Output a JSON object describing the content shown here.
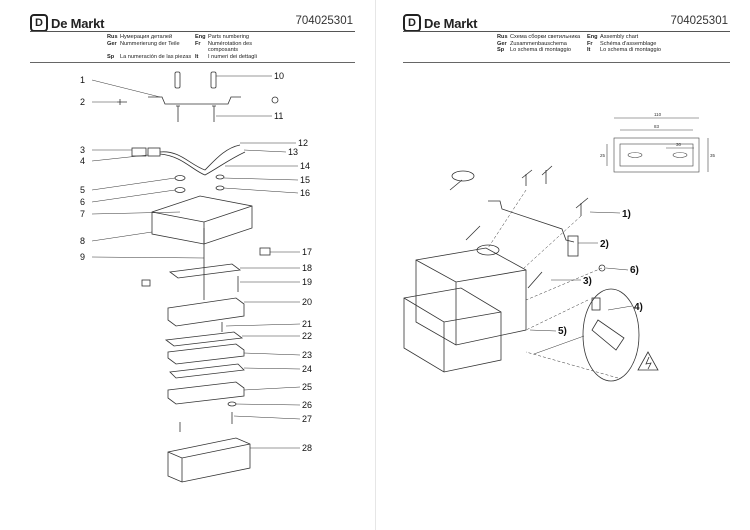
{
  "brand": {
    "name": "De Markt",
    "mark": "D"
  },
  "doc_number": "704025301",
  "left_page": {
    "legend": [
      [
        {
          "code": "Rus",
          "text": "Нумерация деталей"
        },
        {
          "code": "Eng",
          "text": "Parts numbering"
        }
      ],
      [
        {
          "code": "Ger",
          "text": "Nummerierung der Teile"
        },
        {
          "code": "Fr",
          "text": "Numérotation des composants"
        }
      ],
      [
        {
          "code": "Sp",
          "text": "La numeración de las piezas"
        },
        {
          "code": "It",
          "text": "I numeri dei dettagli"
        }
      ]
    ],
    "callouts": [
      "1",
      "2",
      "3",
      "4",
      "5",
      "6",
      "7",
      "8",
      "9",
      "10",
      "11",
      "12",
      "13",
      "14",
      "15",
      "16",
      "17",
      "18",
      "19",
      "20",
      "21",
      "22",
      "23",
      "24",
      "25",
      "26",
      "27",
      "28"
    ]
  },
  "right_page": {
    "legend": [
      [
        {
          "code": "Rus",
          "text": "Схема сборки светильника"
        },
        {
          "code": "Eng",
          "text": "Assembly chart"
        }
      ],
      [
        {
          "code": "Ger",
          "text": "Zusammenbauschema"
        },
        {
          "code": "Fr",
          "text": "Schéma d'assemblage"
        }
      ],
      [
        {
          "code": "Sp",
          "text": "Lo schema di montaggio"
        },
        {
          "code": "It",
          "text": "Lo schema di montaggio"
        }
      ]
    ],
    "callouts": [
      "1)",
      "2)",
      "3)",
      "4)",
      "5)",
      "6)"
    ],
    "dimensions": {
      "width": "110",
      "inner": "83",
      "hole": "30",
      "height_left": "25",
      "height_right": "35"
    }
  }
}
